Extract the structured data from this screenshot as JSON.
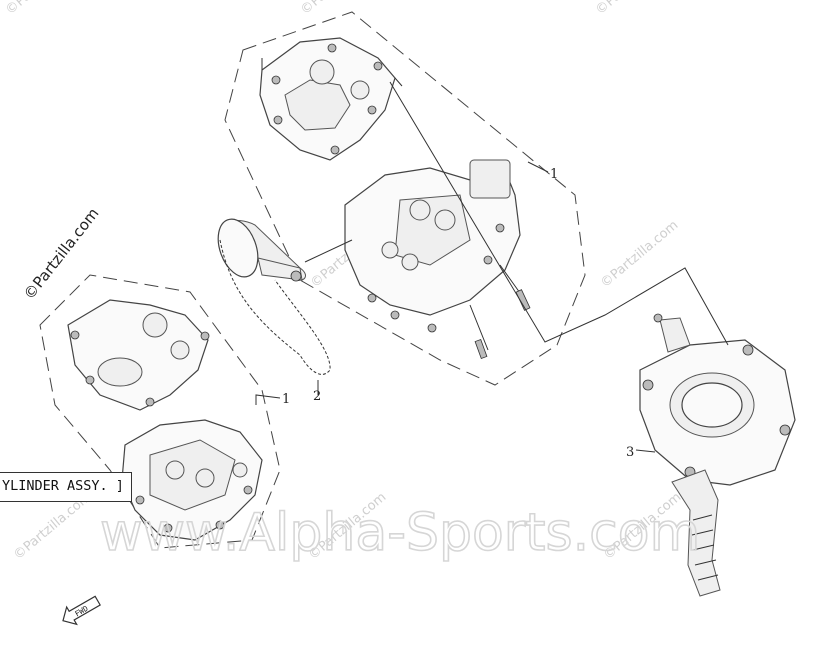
{
  "diagram": {
    "title_label": "YLINDER ASSY. ]",
    "callouts": {
      "c1_top": "1",
      "c1_left": "1",
      "c2": "2",
      "c3": "3"
    },
    "copyright_left": "©Partzilla.com",
    "watermarks": {
      "small": "©Partzilla.com",
      "large": "www.Alpha-Sports.com"
    },
    "fwd_label": "FWD"
  }
}
